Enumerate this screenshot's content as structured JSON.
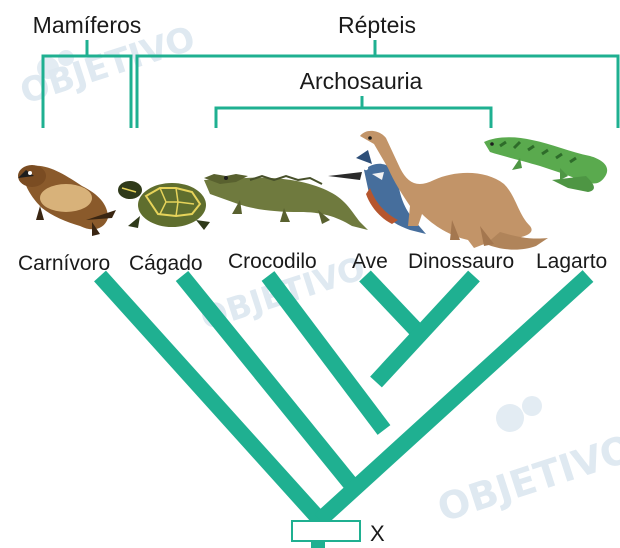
{
  "groups": {
    "mammals": "Mamíferos",
    "reptiles": "Répteis",
    "archosauria": "Archosauria"
  },
  "taxa": [
    "Carnívoro",
    "Cágado",
    "Crocodilo",
    "Ave",
    "Dinossauro",
    "Lagarto"
  ],
  "root_label": "X",
  "watermark": "OBJETIVO",
  "colors": {
    "branch": "#1fb091",
    "bracket": "#1fb091",
    "root_box": "#1fb091",
    "watermark": "#dfe9f1",
    "text": "#1a1a1a"
  },
  "icons": [
    "ferret-icon",
    "turtle-icon",
    "crocodile-icon",
    "kingfisher-icon",
    "dinosaur-icon",
    "lizard-icon"
  ]
}
